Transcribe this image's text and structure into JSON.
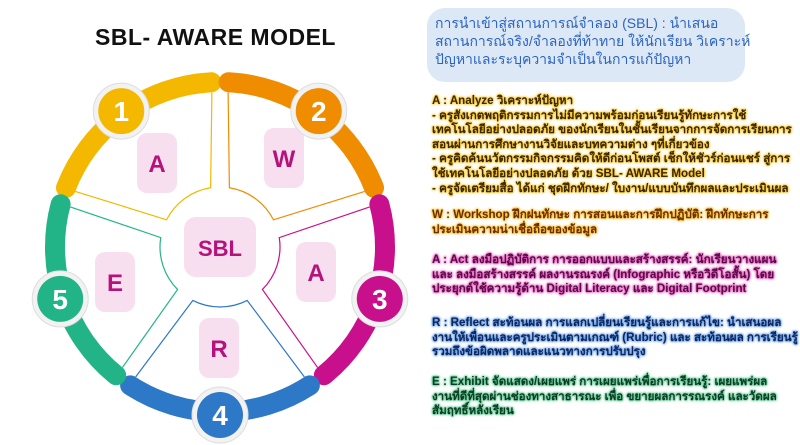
{
  "title": "SBL- AWARE MODEL",
  "center_label": "SBL",
  "segments": [
    {
      "number": "1",
      "letter": "A",
      "color": "#f4b800"
    },
    {
      "number": "2",
      "letter": "W",
      "color": "#f08c00"
    },
    {
      "number": "3",
      "letter": "A",
      "color": "#c8108c"
    },
    {
      "number": "4",
      "letter": "R",
      "color": "#2e78c8"
    },
    {
      "number": "5",
      "letter": "E",
      "color": "#22b486"
    }
  ],
  "intro": {
    "lines": [
      "การนำเข้าสู่สถานการณ์จำลอง (SBL) : นำเสนอ",
      "สถานการณ์จริง/จำลองที่ท้าทาย  ให้นักเรียน วิเคราะห์",
      "ปัญหาและระบุความจำเป็นในการแก้ปัญหา"
    ]
  },
  "sections": {
    "analyze": [
      "A :  Analyze วิเคราะห์ปัญหา",
      " - ครูสังเกตพฤติกรรมการไม่มีความพร้อมก่อนเรียนรู้ทักษะการใช้",
      "เทคโนโลยีอย่างปลอดภัย ของนักเรียนในชั้นเรียนจากการจัดการเรียนการ",
      "สอนผ่านการศึกษางานวิจัยและบทความต่าง ๆที่เกี่ยวข้อง",
      " -  ครูคิดค้นนวัตกรรมกิจกรรมคิดให้ดีก่อนโพสต์ เช็กให้ชัวร์ก่อนแชร์ สู่การ",
      "ใช้เทคโนโลยีอย่างปลอดภัย ด้วย SBL- AWARE Model",
      "- ครูจัดเตรียมสื่อ ได้แก่ ชุดฝึกทักษะ/ ใบงาน/แบบบันทึกผลและประเมินผล"
    ],
    "workshop": [
      "W :  Workshop ฝึกฝนทักษะ  การสอนและการฝึกปฏิบัติ: ฝึกทักษะการ",
      "ประเมินความน่าเชื่อถือของข้อมูล"
    ],
    "act": [
      "A : Act ลงมือปฏิบัติการ  การออกแบบและสร้างสรรค์: นักเรียนวางแผน",
      "และ ลงมือสร้างสรรค์ ผลงานรณรงค์ (Infographic หรือวิดีโอสั้น) โดย",
      "ประยุกต์ใช้ความรู้ด้าน Digital Literacy และ Digital Footprint"
    ],
    "reflect": [
      "R :  Reflect สะท้อนผล  การแลกเปลี่ยนเรียนรู้และการแก้ไข: นำเสนอผล",
      "งานให้เพื่อนและครูประเมินตามเกณฑ์ (Rubric) และ สะท้อนผล การเรียนรู้",
      "รวมถึงข้อผิดพลาดและแนวทางการปรับปรุง"
    ],
    "exhibit": [
      "E : Exhibit จัดแสดง/เผยแพร่   การเผยแพร่เพื่อการเรียนรู้: เผยแพร่ผล",
      "งานที่ดีที่สุดผ่านช่องทางสาธารณะ เพื่อ ขยายผลการรณรงค์ และวัดผล",
      "สัมฤทธิ์หลังเรียน"
    ]
  }
}
